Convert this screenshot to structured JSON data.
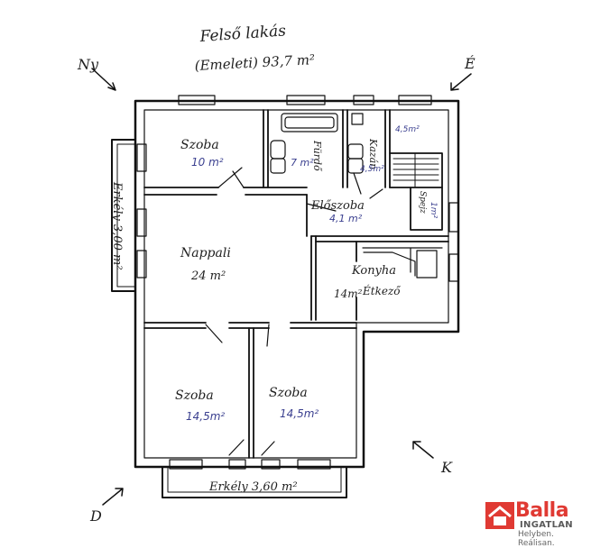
{
  "title": "Felső lakás",
  "subtitle": "(Emeleti) 93,7 m²",
  "compass": {
    "n": "Ny",
    "e": "É",
    "s": "D",
    "k": "K"
  },
  "rooms": {
    "szoba_top": {
      "name": "Szoba",
      "area": "10 m²"
    },
    "wc": {
      "name": "Fürdő",
      "area": "7 m²"
    },
    "kazan": {
      "name": "Kazán",
      "area": "4,5m²"
    },
    "kamra": {
      "area": "4,5m²"
    },
    "eloszoba": {
      "name": "Előszoba",
      "area": "4,1 m²"
    },
    "spejz": {
      "name": "Spejz",
      "area": "1m²"
    },
    "nappali": {
      "name": "Nappali",
      "area": "24 m²"
    },
    "konyha": {
      "name": "Konyha",
      "area": "14m²",
      "extra": "Étkező"
    },
    "szoba_left": {
      "name": "Szoba",
      "area": "14,5m²"
    },
    "szoba_right": {
      "name": "Szoba",
      "area": "14,5m²"
    }
  },
  "terrace_left": "Erkély 3,00 m²",
  "terrace_bottom": "Erkély 3,60 m²",
  "logo": {
    "name": "Balla",
    "sub": "INGATLAN",
    "tagline": "Helyben. Reálisan."
  }
}
